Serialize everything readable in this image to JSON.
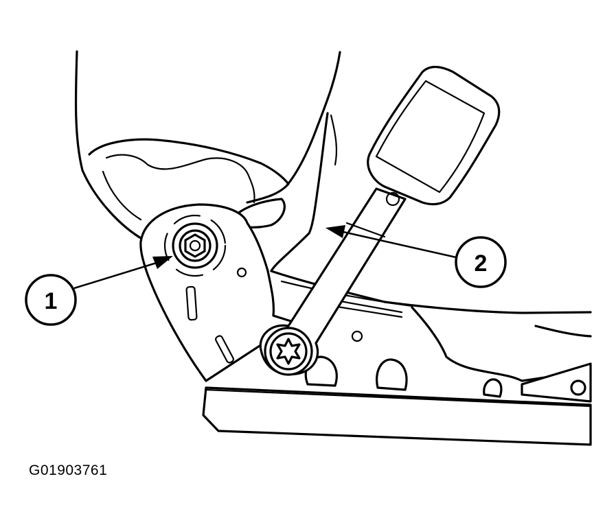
{
  "callouts": [
    {
      "label": "1"
    },
    {
      "label": "2"
    }
  ],
  "figure_code": "G01903761",
  "colors": {
    "line": "#000000",
    "background": "#ffffff"
  }
}
